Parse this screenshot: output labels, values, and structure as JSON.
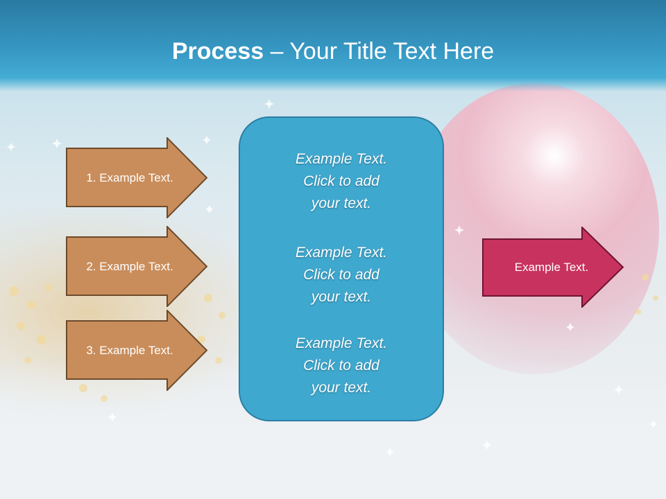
{
  "title": {
    "bold": "Process",
    "rest": " – Your Title Text Here"
  },
  "left_arrows": [
    {
      "label": "1. Example Text."
    },
    {
      "label": "2. Example Text."
    },
    {
      "label": "3. Example Text."
    }
  ],
  "center_box": {
    "blocks": [
      {
        "line1": "Example Text.",
        "line2": "Click  to add",
        "line3": "your text."
      },
      {
        "line1": "Example Text.",
        "line2": "Click  to add",
        "line3": "your text."
      },
      {
        "line1": "Example Text.",
        "line2": "Click  to add",
        "line3": "your text."
      }
    ]
  },
  "right_arrow": {
    "label": "Example Text."
  },
  "colors": {
    "title_bar": "#3698c3",
    "left_arrow_fill": "#c98d5b",
    "left_arrow_stroke": "#6b4a2b",
    "center_box_fill": "#3fa8cf",
    "right_arrow_fill": "#c8325f",
    "right_arrow_stroke": "#6e1432"
  }
}
